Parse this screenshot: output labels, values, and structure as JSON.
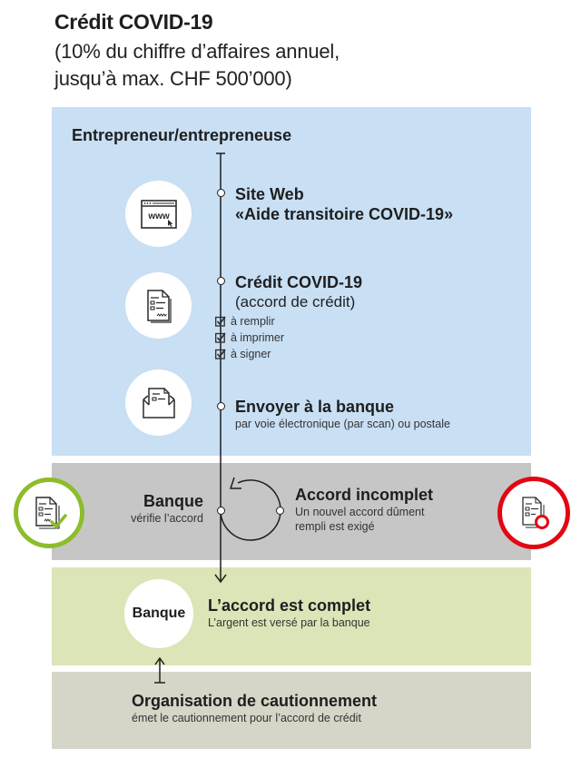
{
  "header": {
    "title": "Crédit COVID-19",
    "subtitle_line1": "(10% du chiffre d’affaires annuel,",
    "subtitle_line2": "jusqu’à max. CHF 500’000)"
  },
  "colors": {
    "blue_panel": "#c8dff4",
    "gray_panel": "#c6c6c6",
    "green_panel": "#dbe5b7",
    "beige_panel": "#d6d6c8",
    "approve_green": "#8cbd2a",
    "reject_red": "#e30613"
  },
  "entrepreneur": {
    "heading": "Entrepreneur/entrepreneuse",
    "steps": [
      {
        "icon": "web-browser-icon",
        "title": "Site Web",
        "title2": "«Aide transitoire COVID-19»"
      },
      {
        "icon": "document-icon",
        "title": "Crédit COVID-19",
        "subtitle": "(accord de crédit)",
        "checklist": [
          "à remplir",
          "à imprimer",
          "à signer"
        ]
      },
      {
        "icon": "envelope-icon",
        "title": "Envoyer à la banque",
        "subtitle": "par voie électronique (par scan) ou postale"
      }
    ]
  },
  "bank_check": {
    "title": "Banque",
    "subtitle": "vérifie l’accord",
    "incomplete_title": "Accord incomplet",
    "incomplete_line1": "Un nouvel accord dûment",
    "incomplete_line2": "rempli est exigé"
  },
  "complete": {
    "circle_label": "Banque",
    "title": "L’accord est complet",
    "subtitle": "L’argent est versé par la banque"
  },
  "guarantee": {
    "title": "Organisation de cautionnement",
    "subtitle": "émet le cautionnement pour l’accord de crédit"
  }
}
